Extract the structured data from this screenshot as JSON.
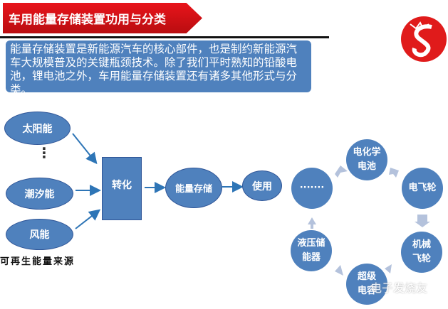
{
  "header": {
    "title": "车用能量存储装置功用与分类"
  },
  "intro": {
    "text": "能量存储装置是新能源汽车的核心部件，也是制约新能源汽车大规模普及的关键瓶颈技术。除了我们平时熟知的铅酸电池，锂电池之外，车用能量存储装置还有诸多其他形式与分类。"
  },
  "sources": {
    "items": [
      "太阳能",
      "潮汐能",
      "风能"
    ],
    "ellipsis": "⋮",
    "label": "可再生能量来源"
  },
  "flow": {
    "convert": "转化",
    "storage": "能量存储",
    "use": "使用"
  },
  "cycle": {
    "items": [
      "·······",
      "电化学\n电池",
      "电飞轮",
      "机械\n飞轮",
      "超级\n电容",
      "液压储\n能器"
    ]
  },
  "watermark": "电子发烧友",
  "colors": {
    "node": "#4f81bd",
    "arrow": "#2e75b6",
    "cycle_arrow": "#b4c2dc",
    "banner": "#d71118"
  }
}
